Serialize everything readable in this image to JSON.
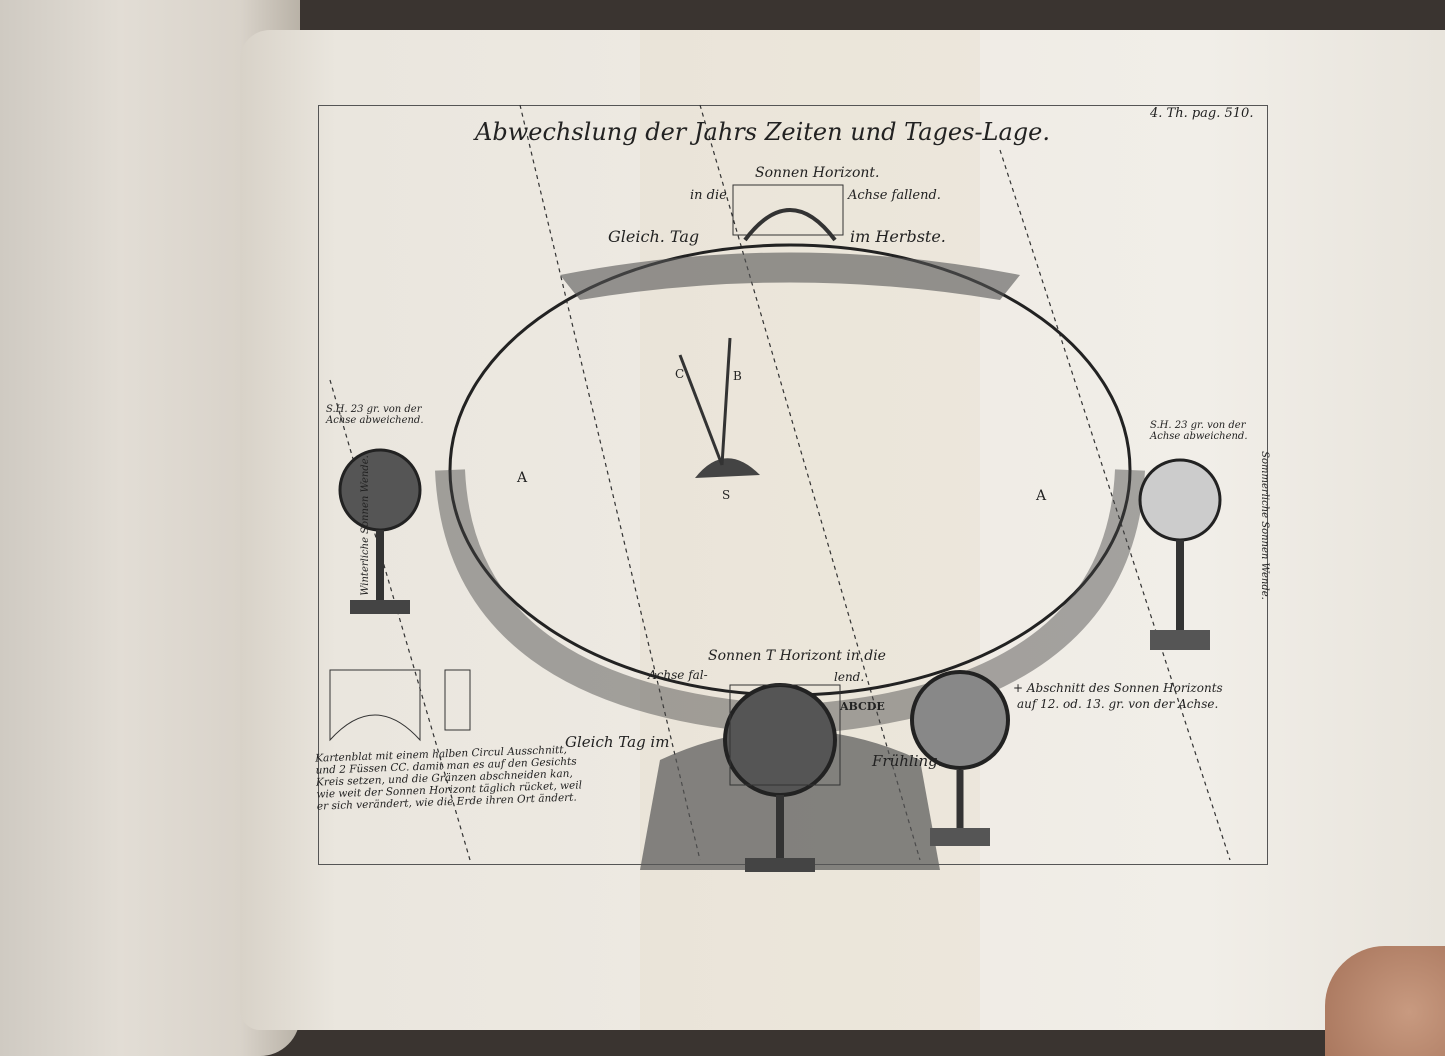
{
  "plate": {
    "title": "Abwechslung der Jahrs Zeiten und Tages-Lage.",
    "page_ref": "4. Th. pag. 510.",
    "top_label_1": "Sonnen Horizont.",
    "top_label_2": "in die",
    "top_label_3": "Achse fallend.",
    "autumn_left": "Gleich. Tag",
    "autumn_right": "im Herbste.",
    "left_globe_label": "S.H. 23 gr. von der Achse abweichend.",
    "left_solstice": "Winterliche Sonnen Wende.",
    "right_globe_label": "S.H. 23 gr. von der Achse abweichend.",
    "right_solstice": "Sommerliche Sonnen Wende.",
    "letter_a_left": "A",
    "letter_a_right": "A",
    "letter_c": "C",
    "letter_b": "B",
    "letter_s": "S",
    "bottom_label": "Sonnen T Horizont in die",
    "bottom_label_2": "Achse fal-",
    "bottom_label_3": "lend.",
    "abcde": "ABCDE",
    "spring_left": "Gleich Tag im",
    "spring_right": "Frühling.",
    "section_note_1": "+ Abschnitt des Sonnen Horizonts",
    "section_note_2": "auf 12. od. 13. gr. von der Achse.",
    "caption": [
      "Kartenblat mit einem halben Circul Ausschnitt,",
      "und 2 Füssen CC. damit man es auf den Gesichts",
      "Kreis setzen, und die Gränzen abschneiden kan,",
      "wie weit der Sonnen Horizont täglich rücket, weil",
      "er sich verändert, wie die Erde ihren Ort ändert."
    ]
  }
}
